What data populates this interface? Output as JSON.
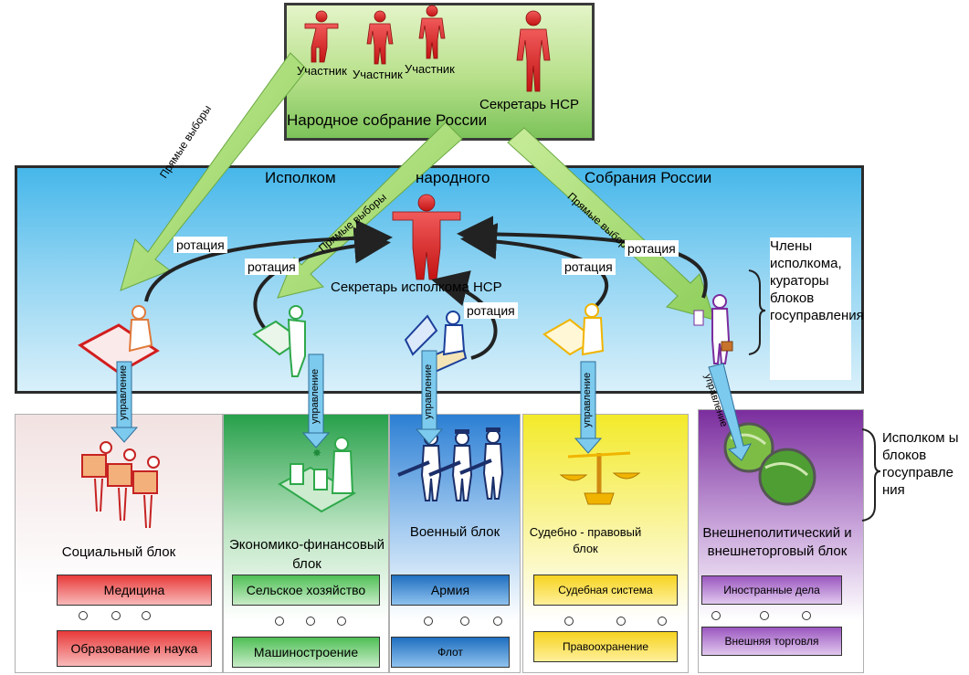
{
  "assembly": {
    "participants": [
      "Участник",
      "Участник",
      "Участник"
    ],
    "secretary": "Секретарь НСР",
    "title": "Народное собрание России"
  },
  "executive": {
    "title_parts": [
      "Исполком",
      "народного",
      "Собрания России"
    ],
    "secretary": "Секретарь исполкома НСР",
    "rotation": "ротация",
    "direct_elections": "Прямые выборы"
  },
  "notes": {
    "members": "Члены исполкома, кураторы блоков госуправления",
    "block_executives": "Исполком ы блоков госуправле ния"
  },
  "management": "управление",
  "blocks": [
    {
      "title": "Социальный блок",
      "subs": [
        "Медицина",
        "Образование и наука"
      ]
    },
    {
      "title": "Экономико-финансовый блок",
      "subs": [
        "Сельское хозяйство",
        "Машиностроение"
      ]
    },
    {
      "title": "Военный блок",
      "subs": [
        "Армия",
        "Флот"
      ]
    },
    {
      "title": "Судебно - правовый блок",
      "subs": [
        "Судебная система",
        "Правоохранение"
      ]
    },
    {
      "title": "Внешнеполитический и внешнеторговый блок",
      "subs": [
        "Иностранные дела",
        "Внешняя торговля"
      ]
    }
  ],
  "colors": {
    "person_red": "#e32020",
    "arrow_green": "#9ad36a",
    "arrow_blue": "#6cc2ee"
  }
}
